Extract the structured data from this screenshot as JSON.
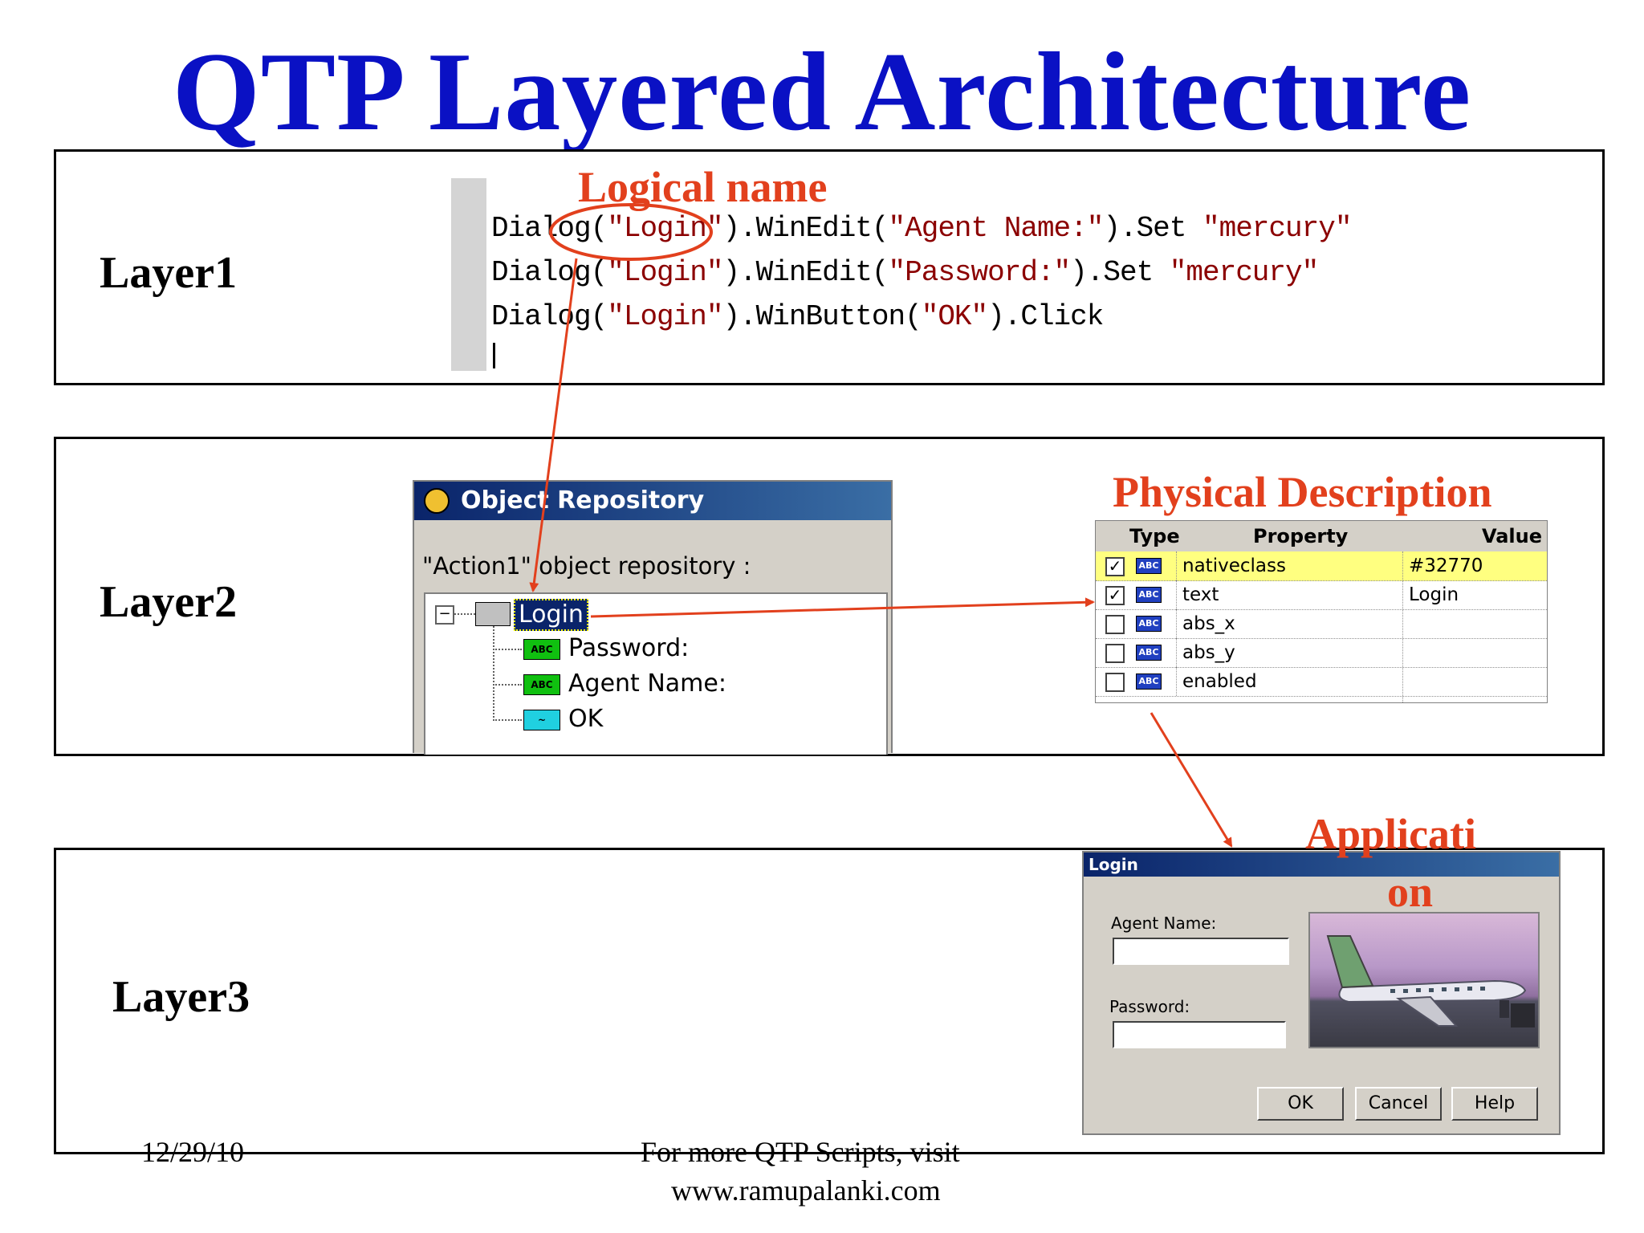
{
  "title": "QTP Layered Architecture",
  "layers": {
    "layer1": "Layer1",
    "layer2": "Layer2",
    "layer3": "Layer3"
  },
  "callouts": {
    "logical_name": "Logical name",
    "physical_description": "Physical Description",
    "application_line1": "Applicati",
    "application_line2": "on"
  },
  "code": {
    "line1_pre": "Dialog(",
    "line1_str1": "\"Login\"",
    "line1_mid": ").WinEdit(",
    "line1_str2": "\"Agent Name:\"",
    "line1_mid2": ").Set ",
    "line1_str3": "\"mercury\"",
    "line2_pre": "Dialog(",
    "line2_str1": "\"Login\"",
    "line2_mid": ").WinEdit(",
    "line2_str2": "\"Password:\"",
    "line2_mid2": ").Set ",
    "line2_str3": "\"mercury\"",
    "line3_pre": "Dialog(",
    "line3_str1": "\"Login\"",
    "line3_mid": ").WinButton(",
    "line3_str2": "\"OK\"",
    "line3_post": ").Click"
  },
  "object_repository": {
    "title": "Object Repository",
    "caption": "\"Action1\" object repository :",
    "root": "Login",
    "children": [
      "Password:",
      "Agent Name:",
      "OK"
    ],
    "tree_icons": [
      "edit-icon",
      "edit-icon",
      "button-icon"
    ]
  },
  "properties": {
    "headers": {
      "type": "Type",
      "property": "Property",
      "value": "Value"
    },
    "rows": [
      {
        "checked": true,
        "name": "nativeclass",
        "value": "#32770",
        "highlight": true
      },
      {
        "checked": true,
        "name": "text",
        "value": "Login",
        "highlight": false
      },
      {
        "checked": false,
        "name": "abs_x",
        "value": "",
        "highlight": false
      },
      {
        "checked": false,
        "name": "abs_y",
        "value": "",
        "highlight": false
      },
      {
        "checked": false,
        "name": "enabled",
        "value": "",
        "highlight": false
      }
    ],
    "type_icon": "ABC",
    "highlight_color": "#ffff80"
  },
  "login_dialog": {
    "title": "Login",
    "agent_label": "Agent Name:",
    "password_label": "Password:",
    "buttons": [
      "OK",
      "Cancel",
      "Help"
    ]
  },
  "footer": {
    "date": "12/29/10",
    "line1": "For more QTP Scripts, visit",
    "line2": "www.ramupalanki.com"
  },
  "colors": {
    "title": "#0a11c4",
    "callout": "#e2401d",
    "arrow": "#e2401d"
  }
}
